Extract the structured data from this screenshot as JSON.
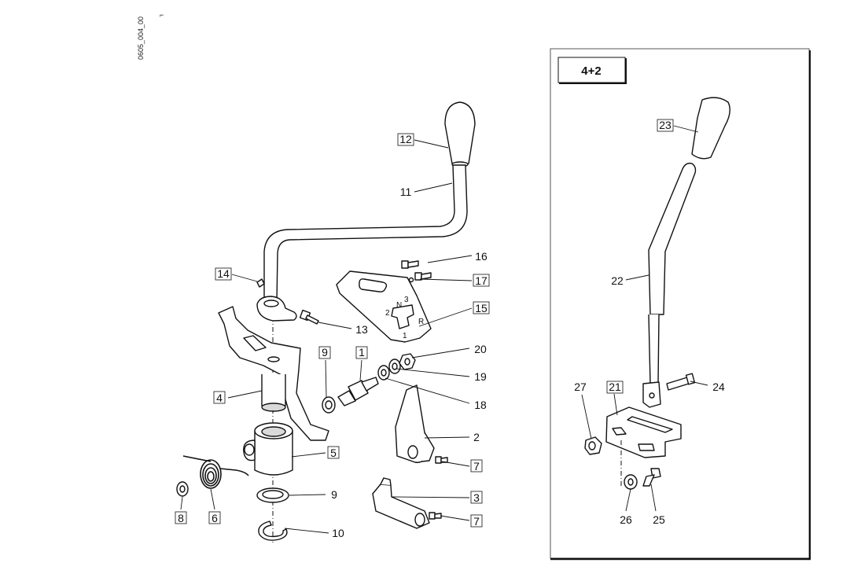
{
  "drawing_code": "0605_004_00",
  "inset": {
    "title": "4+2"
  },
  "callouts": {
    "c1": "1",
    "c2": "2",
    "c3": "3",
    "c4": "4",
    "c5": "5",
    "c6": "6",
    "c7a": "7",
    "c7b": "7",
    "c8": "8",
    "c9a": "9",
    "c9b": "9",
    "c10": "10",
    "c11": "11",
    "c12": "12",
    "c13": "13",
    "c14": "14",
    "c15": "15",
    "c16": "16",
    "c17": "17",
    "c18": "18",
    "c19": "19",
    "c20": "20",
    "c21": "21",
    "c22": "22",
    "c23": "23",
    "c24": "24",
    "c25": "25",
    "c26": "26",
    "c27": "27"
  },
  "gate_markings": {
    "n": "N",
    "two": "2",
    "three": "3",
    "one": "1",
    "r": "R"
  }
}
